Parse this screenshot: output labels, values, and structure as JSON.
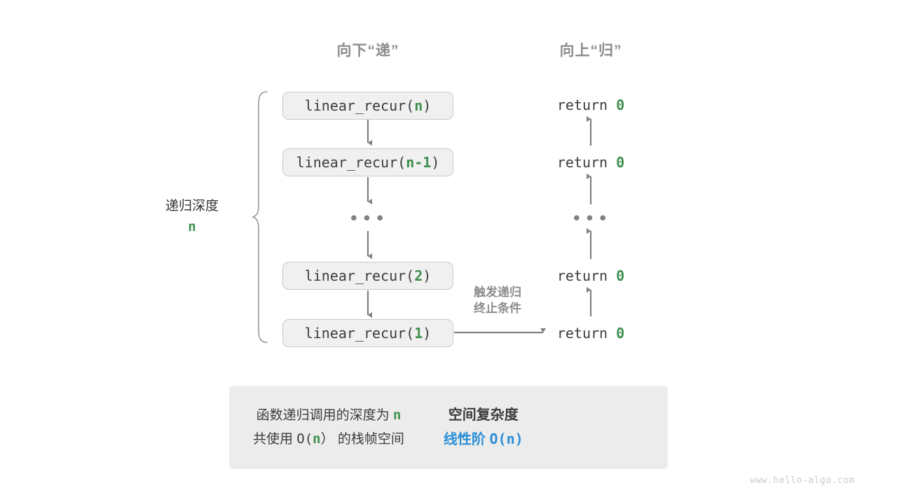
{
  "figure": {
    "headers": {
      "down": "向下“递”",
      "up": "向上“归”"
    },
    "depth_label": {
      "text": "递归深度",
      "symbol": "n"
    },
    "trigger_note": {
      "line1": "触发递归",
      "line2": "终止条件"
    },
    "call_stack": [
      {
        "func": "linear_recur(",
        "arg": "n",
        "close": ")",
        "ret": "return ",
        "ret_value": "0"
      },
      {
        "func": "linear_recur(",
        "arg": "n-1",
        "close": ")",
        "ret": "return ",
        "ret_value": "0"
      },
      {
        "func": "...",
        "arg": "",
        "close": "",
        "ret": "...",
        "ret_value": ""
      },
      {
        "func": "linear_recur(",
        "arg": "2",
        "close": ")",
        "ret": "return ",
        "ret_value": "0"
      },
      {
        "func": "linear_recur(",
        "arg": "1",
        "close": ")",
        "ret": "return ",
        "ret_value": "0"
      }
    ],
    "ellipsis": "•••",
    "summary": {
      "left_line1_a": "函数递归调用的深度为 ",
      "left_line1_n": "n",
      "left_line2_a": "共使用 ",
      "left_line2_b": "O(",
      "left_line2_n": "n",
      "left_line2_c": "）",
      "left_line2_d": " 的栈帧空间",
      "right_title": "空间复杂度",
      "right_value_text": "线性阶 ",
      "right_value_mono": "O(n)"
    },
    "watermark": "www.hello-algo.com",
    "colors": {
      "accent_green": "#3f8f4f",
      "accent_blue": "#2b8fd6",
      "box_fill": "#f0f0f0",
      "box_border": "#c9c9c9",
      "line_gray": "#808080",
      "panel_bg": "#ececec",
      "header_gray": "#8c8c8c"
    }
  }
}
